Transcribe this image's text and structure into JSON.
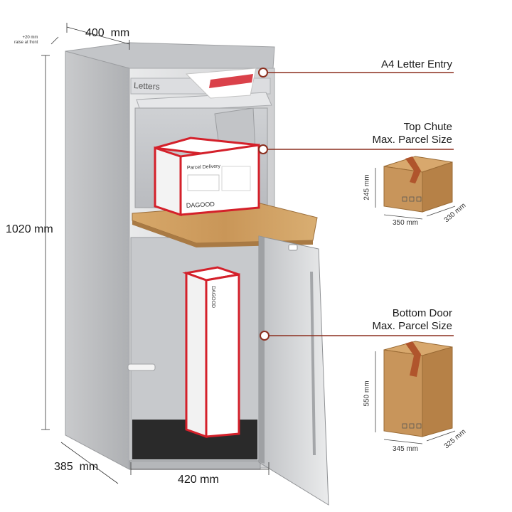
{
  "dimensions": {
    "width": "400  mm",
    "raise_note": [
      "+20 mm",
      "raise at front"
    ],
    "height": "1020 mm",
    "depth": "385  mm",
    "base_width": "420 mm"
  },
  "mailbox": {
    "slot_label": "Letters",
    "parcel_label": "Parcel Delivery",
    "brand": "DAGOOD",
    "side_brand": "DAGOOD"
  },
  "callouts": {
    "letter_entry": "A4 Letter Entry",
    "top_chute": [
      "Top Chute",
      "Max. Parcel Size"
    ],
    "bottom_door": [
      "Bottom Door",
      "Max. Parcel Size"
    ]
  },
  "top_box": {
    "height": "245 mm",
    "width": "350 mm",
    "depth": "330 mm"
  },
  "bottom_box": {
    "height": "550 mm",
    "width": "345 mm",
    "depth": "325 mm"
  },
  "colors": {
    "accent": "#8b2f1f",
    "cabinet": "#d6d7d9",
    "cabinet_dark": "#b9bbbe",
    "shelf": "#c99a5f",
    "box": "#c8955b",
    "tape": "#b0552c",
    "parcel_red": "#d4202a"
  }
}
